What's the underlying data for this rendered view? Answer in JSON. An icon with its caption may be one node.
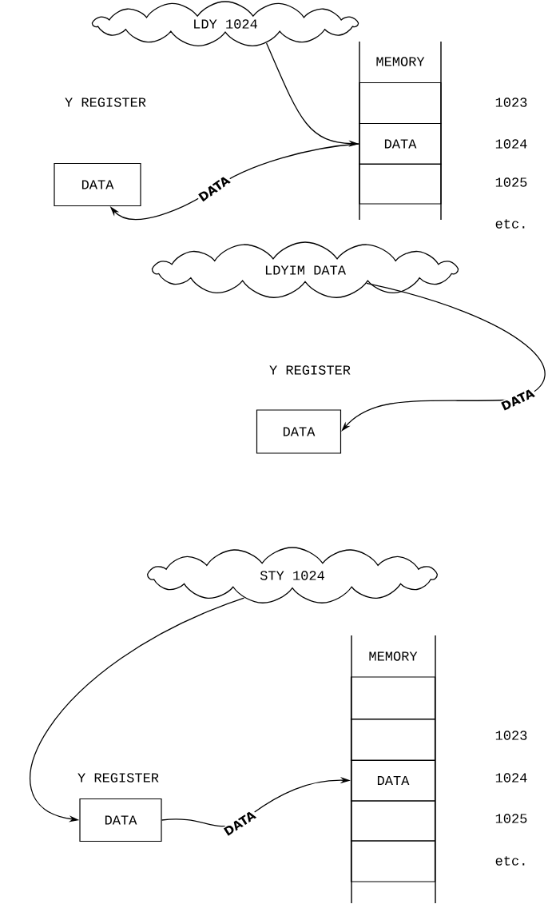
{
  "diagram": {
    "nodes": [
      {
        "text": [
          "LDY 1024"
        ]
      },
      {
        "text": [
          "MEMORY"
        ]
      },
      {
        "text": [],
        "shape": "box"
      },
      {
        "text": [
          "DATA"
        ]
      },
      {
        "text": [],
        "shape": "box"
      },
      {
        "text": [
          "DATA"
        ]
      },
      {
        "text": [
          "LDYIM DATA"
        ]
      },
      {
        "text": [
          "DATA"
        ]
      },
      {
        "text": [
          "STY 1024"
        ]
      },
      {
        "text": [
          "MEMORY"
        ]
      },
      {
        "text": [],
        "shape": "box"
      },
      {
        "text": [],
        "shape": "box"
      },
      {
        "text": [
          "DATA"
        ]
      },
      {
        "text": [],
        "shape": "box"
      },
      {
        "text": [],
        "shape": "box"
      },
      {
        "text": [
          "DATA"
        ]
      }
    ],
    "edges": [
      {
        "from": 0,
        "to": 3,
        "arrow": "to"
      },
      {
        "from": 3,
        "to": 5,
        "arrow": "to",
        "label": "DATA"
      },
      {
        "from": 6,
        "to": 7,
        "arrow": "to",
        "label": "DATA"
      },
      {
        "from": 8,
        "to": 15,
        "arrow": "to"
      },
      {
        "from": 15,
        "to": 12,
        "arrow": "to",
        "label": "DATA"
      }
    ],
    "labels": [
      "Y REGISTER",
      "1023",
      "1024",
      "1025",
      "etc.",
      "Y REGISTER",
      "Y REGISTER",
      "1023",
      "1024",
      "1025",
      "etc."
    ]
  }
}
